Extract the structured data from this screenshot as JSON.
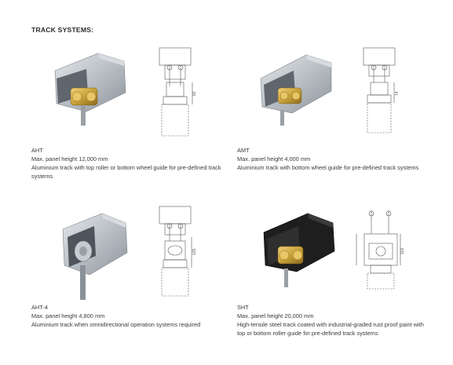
{
  "heading": "TRACK SYSTEMS:",
  "products": [
    {
      "name": "AHT",
      "height": "Max. panel height 12,000 mm",
      "description": "Aluminium track with top roller or bottom wheel guide for pre-defined track systems",
      "dimension": "82"
    },
    {
      "name": "AMT",
      "height": "Max. panel height 4,000 mm",
      "description": "Aluminium track with bottom wheel guide for pre-defined track systems",
      "dimension": "74"
    },
    {
      "name": "AHT-4",
      "height": "Max. panel height 4,800 mm",
      "description": "Aluminium track when omnidirectional operation systems required",
      "dimension": "125"
    },
    {
      "name": "SHT",
      "height": "Max. panel height 20,000 mm",
      "description": "High-tensile steel track coated with industrial-graded rust proof paint with top or bottom roller guide for pre-defined track systems",
      "dimension": "118"
    }
  ]
}
